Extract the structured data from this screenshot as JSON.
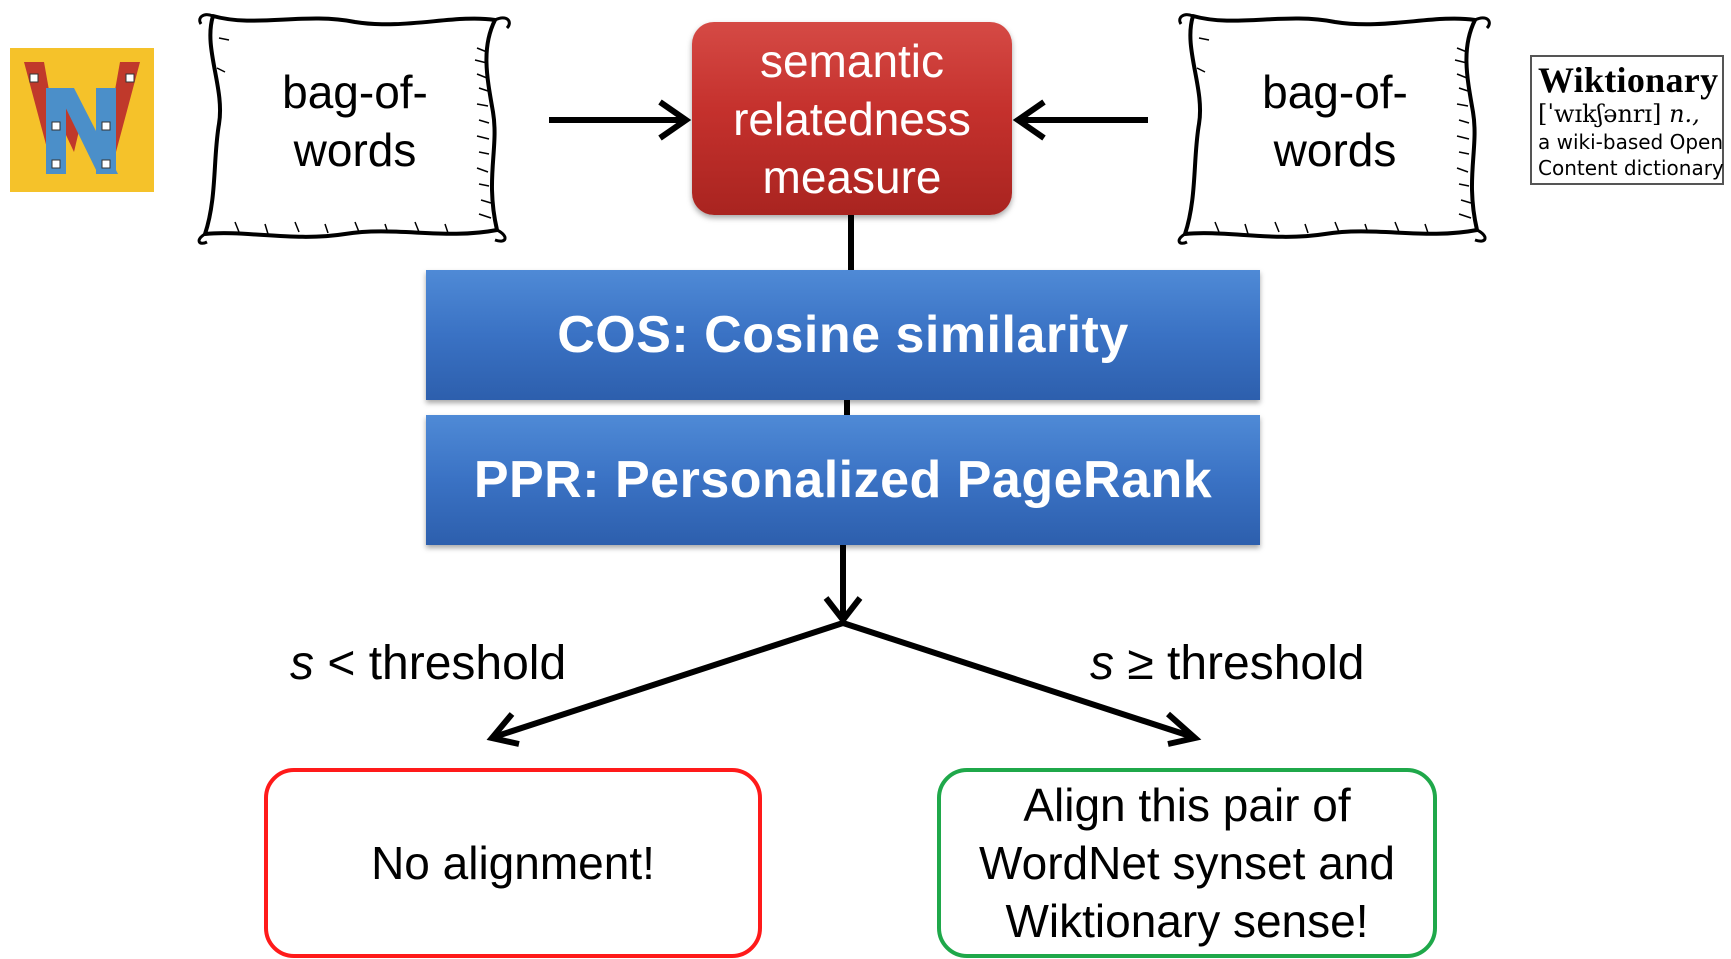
{
  "logos": {
    "wordnet": {
      "letters": "WN",
      "icon": "wordnet-logo"
    },
    "wiktionary": {
      "title": "Wiktionary",
      "ipa": "[ˈwɪkʃənrɪ]",
      "pos": "n.,",
      "line1": "a wiki-based Open",
      "line2": "Content dictionary"
    }
  },
  "sacks": {
    "left": {
      "line1": "bag-of-",
      "line2": "words"
    },
    "right": {
      "line1": "bag-of-",
      "line2": "words"
    }
  },
  "measure": {
    "line1": "semantic",
    "line2": "relatedness",
    "line3": "measure"
  },
  "methods": {
    "cos": "COS: Cosine similarity",
    "ppr": "PPR: Personalized PageRank"
  },
  "thresholds": {
    "left": {
      "var": "s",
      "text": " < threshold"
    },
    "right": {
      "var": "s",
      "text": " ≥ threshold"
    }
  },
  "outcomes": {
    "no_alignment": "No alignment!",
    "align": {
      "line1": "Align this pair of",
      "line2": "WordNet synset and",
      "line3": "Wiktionary sense!"
    }
  },
  "colors": {
    "measure_red": "#c5312d",
    "method_blue": "#3a72c4",
    "negative_border": "#ff1a1a",
    "positive_border": "#1fa84a",
    "wordnet_bg": "#f5c22a",
    "wordnet_letter": "#c0392b",
    "wordnet_letter2": "#4b8fc9"
  }
}
